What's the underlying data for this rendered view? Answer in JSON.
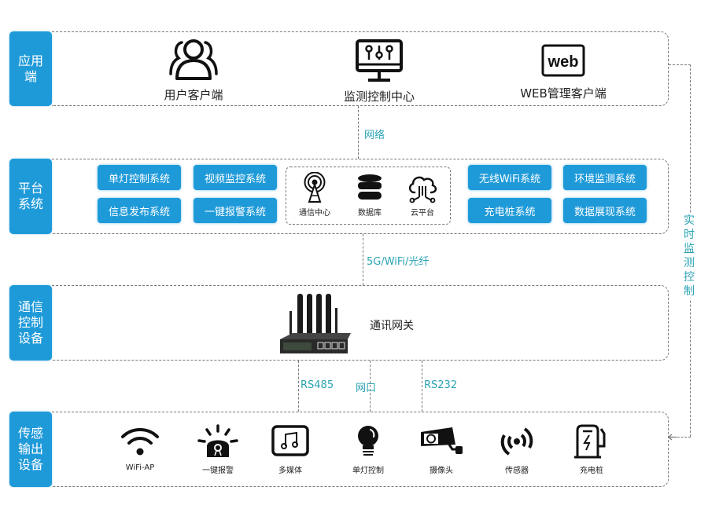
{
  "tiers": {
    "app": {
      "label": "应用端"
    },
    "platform": {
      "label": "平台系统"
    },
    "comm": {
      "label": "通信控制设备"
    },
    "sensor": {
      "label": "传感输出设备"
    }
  },
  "app_items": [
    {
      "label": "用户客户端",
      "icon": "users-icon"
    },
    {
      "label": "监测控制中心",
      "icon": "monitor-control-icon"
    },
    {
      "label": "WEB管理客户端",
      "icon": "web-icon"
    }
  ],
  "platform": {
    "left_systems": [
      "单灯控制系统",
      "视频监控系统",
      "信息发布系统",
      "一键报警系统"
    ],
    "center_items": [
      {
        "label": "通信中心",
        "icon": "signal-tower-icon"
      },
      {
        "label": "数据库",
        "icon": "database-icon"
      },
      {
        "label": "云平台",
        "icon": "cloud-icon"
      }
    ],
    "right_systems": [
      "无线WiFi系统",
      "环境监测系统",
      "充电桩系统",
      "数据展现系统"
    ]
  },
  "connections": {
    "app_platform": "网络",
    "platform_comm": "5G/WiFi/光纤",
    "rs485": "RS485",
    "ethernet": "网口",
    "rs232": "RS232",
    "side": "实时监测控制"
  },
  "gateway": {
    "label": "通讯网关",
    "icon": "gateway-router-icon"
  },
  "devices": [
    {
      "label": "WiFi-AP",
      "icon": "wifi-icon"
    },
    {
      "label": "一键报警",
      "icon": "alarm-light-icon"
    },
    {
      "label": "多媒体",
      "icon": "music-icon"
    },
    {
      "label": "单灯控制",
      "icon": "light-bulb-icon"
    },
    {
      "label": "摄像头",
      "icon": "camera-icon"
    },
    {
      "label": "传感器",
      "icon": "sensor-icon"
    },
    {
      "label": "充电桩",
      "icon": "charging-pile-icon"
    }
  ],
  "colors": {
    "accent": "#1f9ad9",
    "connector_text": "#2aa3b3",
    "dash": "#777777"
  }
}
